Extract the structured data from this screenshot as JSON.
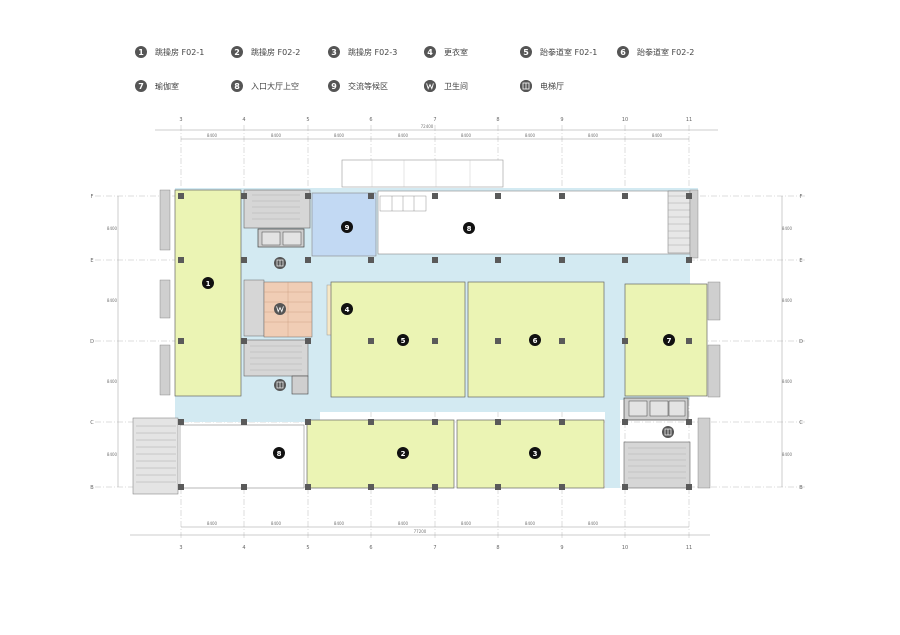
{
  "legend": {
    "items": [
      {
        "num": "1",
        "label": "跳操房 F02-1"
      },
      {
        "num": "2",
        "label": "跳操房 F02-2"
      },
      {
        "num": "3",
        "label": "跳操房 F02-3"
      },
      {
        "num": "4",
        "label": "更衣室"
      },
      {
        "num": "5",
        "label": "跆拳道室 F02-1"
      },
      {
        "num": "6",
        "label": "跆拳道室 F02-2"
      },
      {
        "num": "7",
        "label": "瑜伽室"
      },
      {
        "num": "8",
        "label": "入口大厅上空"
      },
      {
        "num": "9",
        "label": "交流等候区"
      },
      {
        "num": "toilet-icon",
        "label": "卫生间"
      },
      {
        "num": "elevator-icon",
        "label": "电梯厅"
      }
    ]
  },
  "grid": {
    "columns": [
      "3",
      "4",
      "5",
      "6",
      "7",
      "8",
      "9",
      "10",
      "11"
    ],
    "rows": [
      "F",
      "E",
      "D",
      "C",
      "B"
    ],
    "top_spacings": [
      "8400",
      "8400",
      "8400",
      "8400",
      "8400",
      "8400",
      "8400",
      "8400"
    ],
    "bottom_spacings": [
      "8400",
      "8400",
      "8400",
      "8400",
      "8400",
      "8400",
      "8400"
    ],
    "top_total": "72400",
    "bottom_total": "77200",
    "row_spacings": [
      "8400",
      "8400",
      "8400",
      "8400"
    ]
  },
  "rooms": {
    "r1": "1",
    "r2": "2",
    "r3": "3",
    "r4": "4",
    "r5": "5",
    "r6": "6",
    "r7": "7",
    "r8a": "8",
    "r8b": "8",
    "r9": "9"
  },
  "colors": {
    "room_green": "#EBF4B4",
    "corridor_blue": "#D3EAF2",
    "waiting_blue": "#C2D9F3",
    "toilet_orange": "#F0CDB5",
    "changing_beige": "#F6E8C6",
    "core_gray": "#D5D5D5",
    "column": "#5a5a5a"
  }
}
